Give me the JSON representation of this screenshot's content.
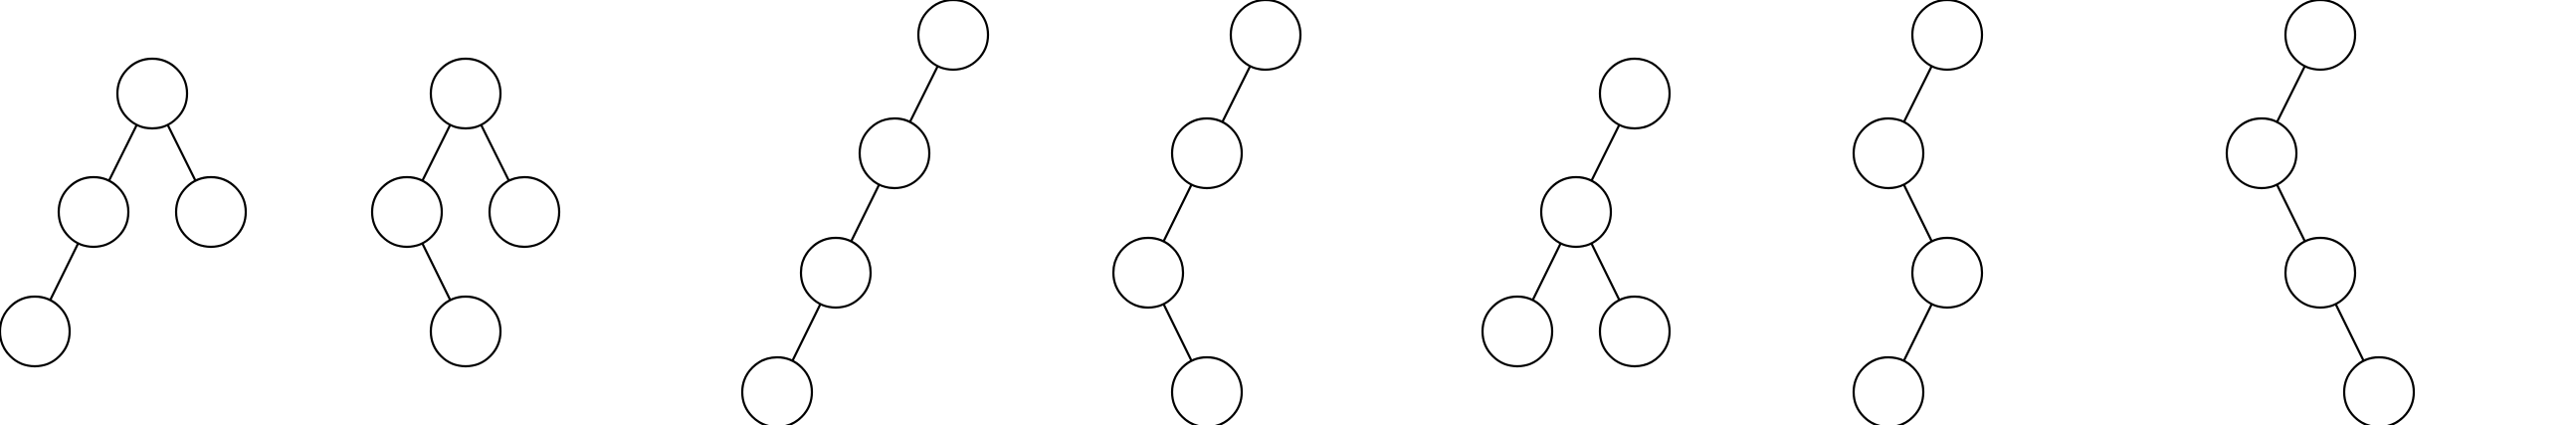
{
  "figure": {
    "description_visible": "",
    "stroke_color": "#000000",
    "node_fill": "#ffffff",
    "trees": [
      {
        "id": "tree-1",
        "nodes": [
          "root",
          "left",
          "right",
          "left-left"
        ],
        "edges": [
          [
            "root",
            "left"
          ],
          [
            "root",
            "right"
          ],
          [
            "left",
            "left-left"
          ]
        ]
      },
      {
        "id": "tree-2",
        "nodes": [
          "root",
          "left",
          "right",
          "left-right"
        ],
        "edges": [
          [
            "root",
            "left"
          ],
          [
            "root",
            "right"
          ],
          [
            "left",
            "left-right"
          ]
        ]
      },
      {
        "id": "tree-3",
        "nodes": [
          "root",
          "l",
          "ll",
          "lll"
        ],
        "edges": [
          [
            "root",
            "l"
          ],
          [
            "l",
            "ll"
          ],
          [
            "ll",
            "lll"
          ]
        ]
      },
      {
        "id": "tree-4",
        "nodes": [
          "root",
          "l",
          "ll",
          "llr"
        ],
        "edges": [
          [
            "root",
            "l"
          ],
          [
            "l",
            "ll"
          ],
          [
            "ll",
            "llr"
          ]
        ]
      },
      {
        "id": "tree-5",
        "nodes": [
          "root",
          "l",
          "ll",
          "lr"
        ],
        "edges": [
          [
            "root",
            "l"
          ],
          [
            "l",
            "ll"
          ],
          [
            "l",
            "lr"
          ]
        ]
      },
      {
        "id": "tree-6",
        "nodes": [
          "root",
          "l",
          "lr",
          "lrl"
        ],
        "edges": [
          [
            "root",
            "l"
          ],
          [
            "l",
            "lr"
          ],
          [
            "lr",
            "lrl"
          ]
        ]
      },
      {
        "id": "tree-7",
        "nodes": [
          "root",
          "l",
          "lr",
          "lrr"
        ],
        "edges": [
          [
            "root",
            "l"
          ],
          [
            "l",
            "lr"
          ],
          [
            "lr",
            "lrr"
          ]
        ]
      }
    ]
  }
}
